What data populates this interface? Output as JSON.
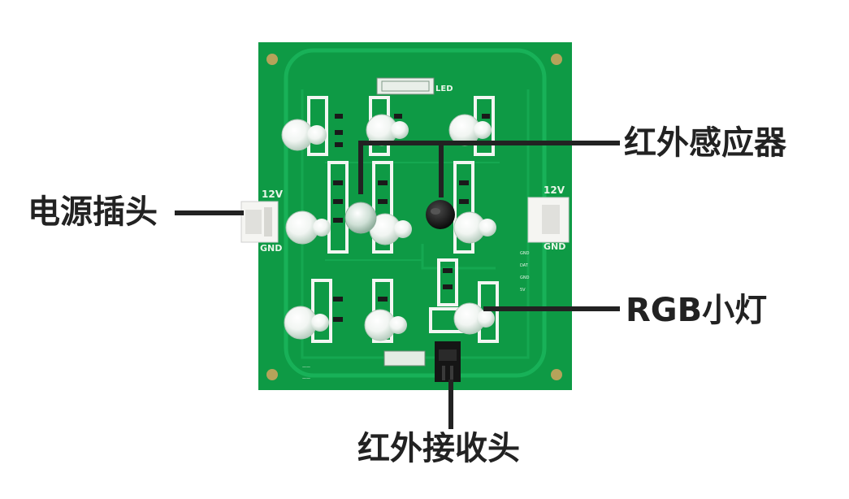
{
  "labels": {
    "power_plug": "电源插头",
    "ir_sensor": "红外感应器",
    "rgb_led": "RGB小灯",
    "ir_receiver": "红外接收头"
  },
  "board": {
    "connector_left_top": "12V",
    "connector_left_bottom": "GND",
    "connector_right_top": "12V",
    "connector_right_bottom": "GND",
    "led_marking": "LED"
  },
  "colors": {
    "pcb_green": "#0e9a45",
    "pcb_trace": "#17b257",
    "callout_line": "#222222",
    "label_text": "#222222"
  }
}
